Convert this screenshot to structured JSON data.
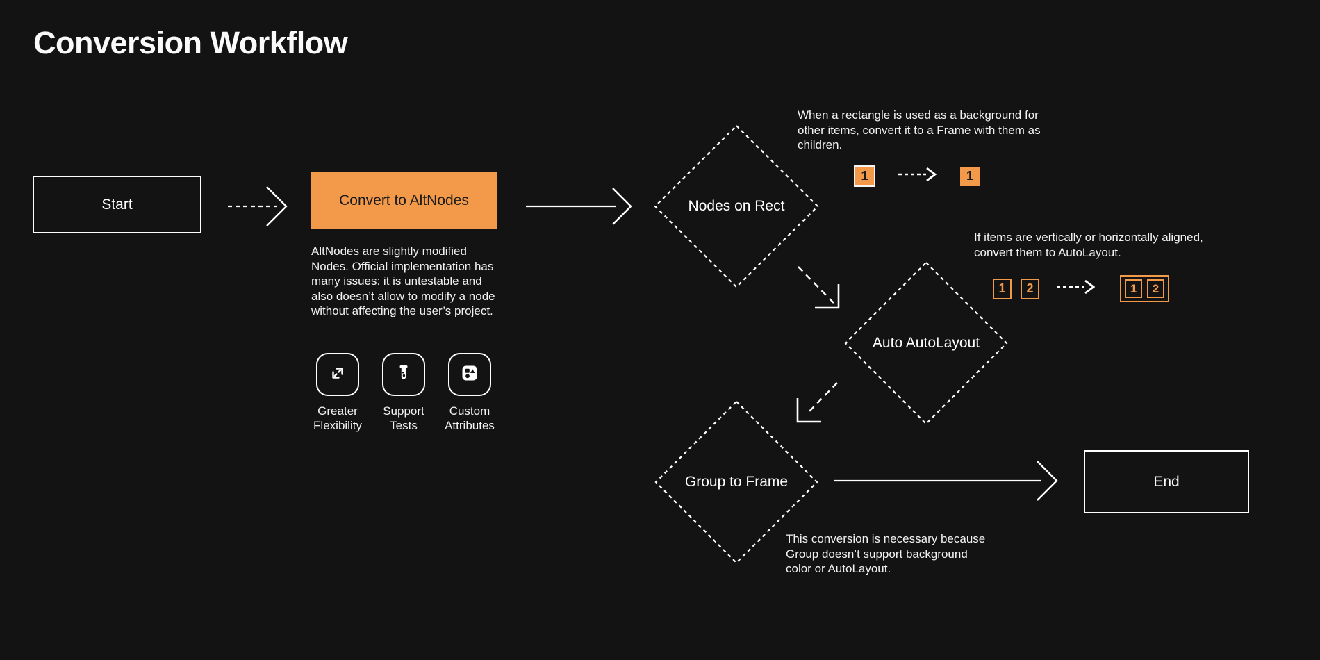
{
  "title": "Conversion Workflow",
  "colors": {
    "background": "#131313",
    "accent_orange": "#F2994A",
    "line_white": "#FFFFFF",
    "text_light": "#F2F2F2",
    "text_dark": "#1A1A1A"
  },
  "nodes": {
    "start": {
      "label": "Start",
      "type": "terminal"
    },
    "convert": {
      "label": "Convert to AltNodes",
      "type": "process"
    },
    "nodes_on_rect": {
      "label": "Nodes on Rect",
      "type": "decision"
    },
    "auto_autolayout": {
      "label": "Auto AutoLayout",
      "type": "decision"
    },
    "group_to_frame": {
      "label": "Group to Frame",
      "type": "decision"
    },
    "end": {
      "label": "End",
      "type": "terminal"
    }
  },
  "notes": {
    "altnodes": "AltNodes are slightly modified Nodes. Official implementation has many issues: it is untestable and also doesn’t allow to modify a node without affecting the user’s project.",
    "rect_to_frame": "When a rectangle is used as a background for other items, convert it to a Frame with them as children.",
    "autolayout": "If items are vertically or horizontally aligned, convert them to AutoLayout.",
    "group_to_frame": "This conversion is necessary because Group doesn’t support background color or AutoLayout."
  },
  "features": [
    {
      "icon": "expand-icon",
      "label": "Greater Flexibility"
    },
    {
      "icon": "test-tube-icon",
      "label": "Support Tests"
    },
    {
      "icon": "shapes-icon",
      "label": "Custom Attributes"
    }
  ],
  "badges": {
    "rect_before": "1",
    "rect_after": "1",
    "items_before": [
      "1",
      "2"
    ],
    "items_after": [
      "1",
      "2"
    ]
  }
}
